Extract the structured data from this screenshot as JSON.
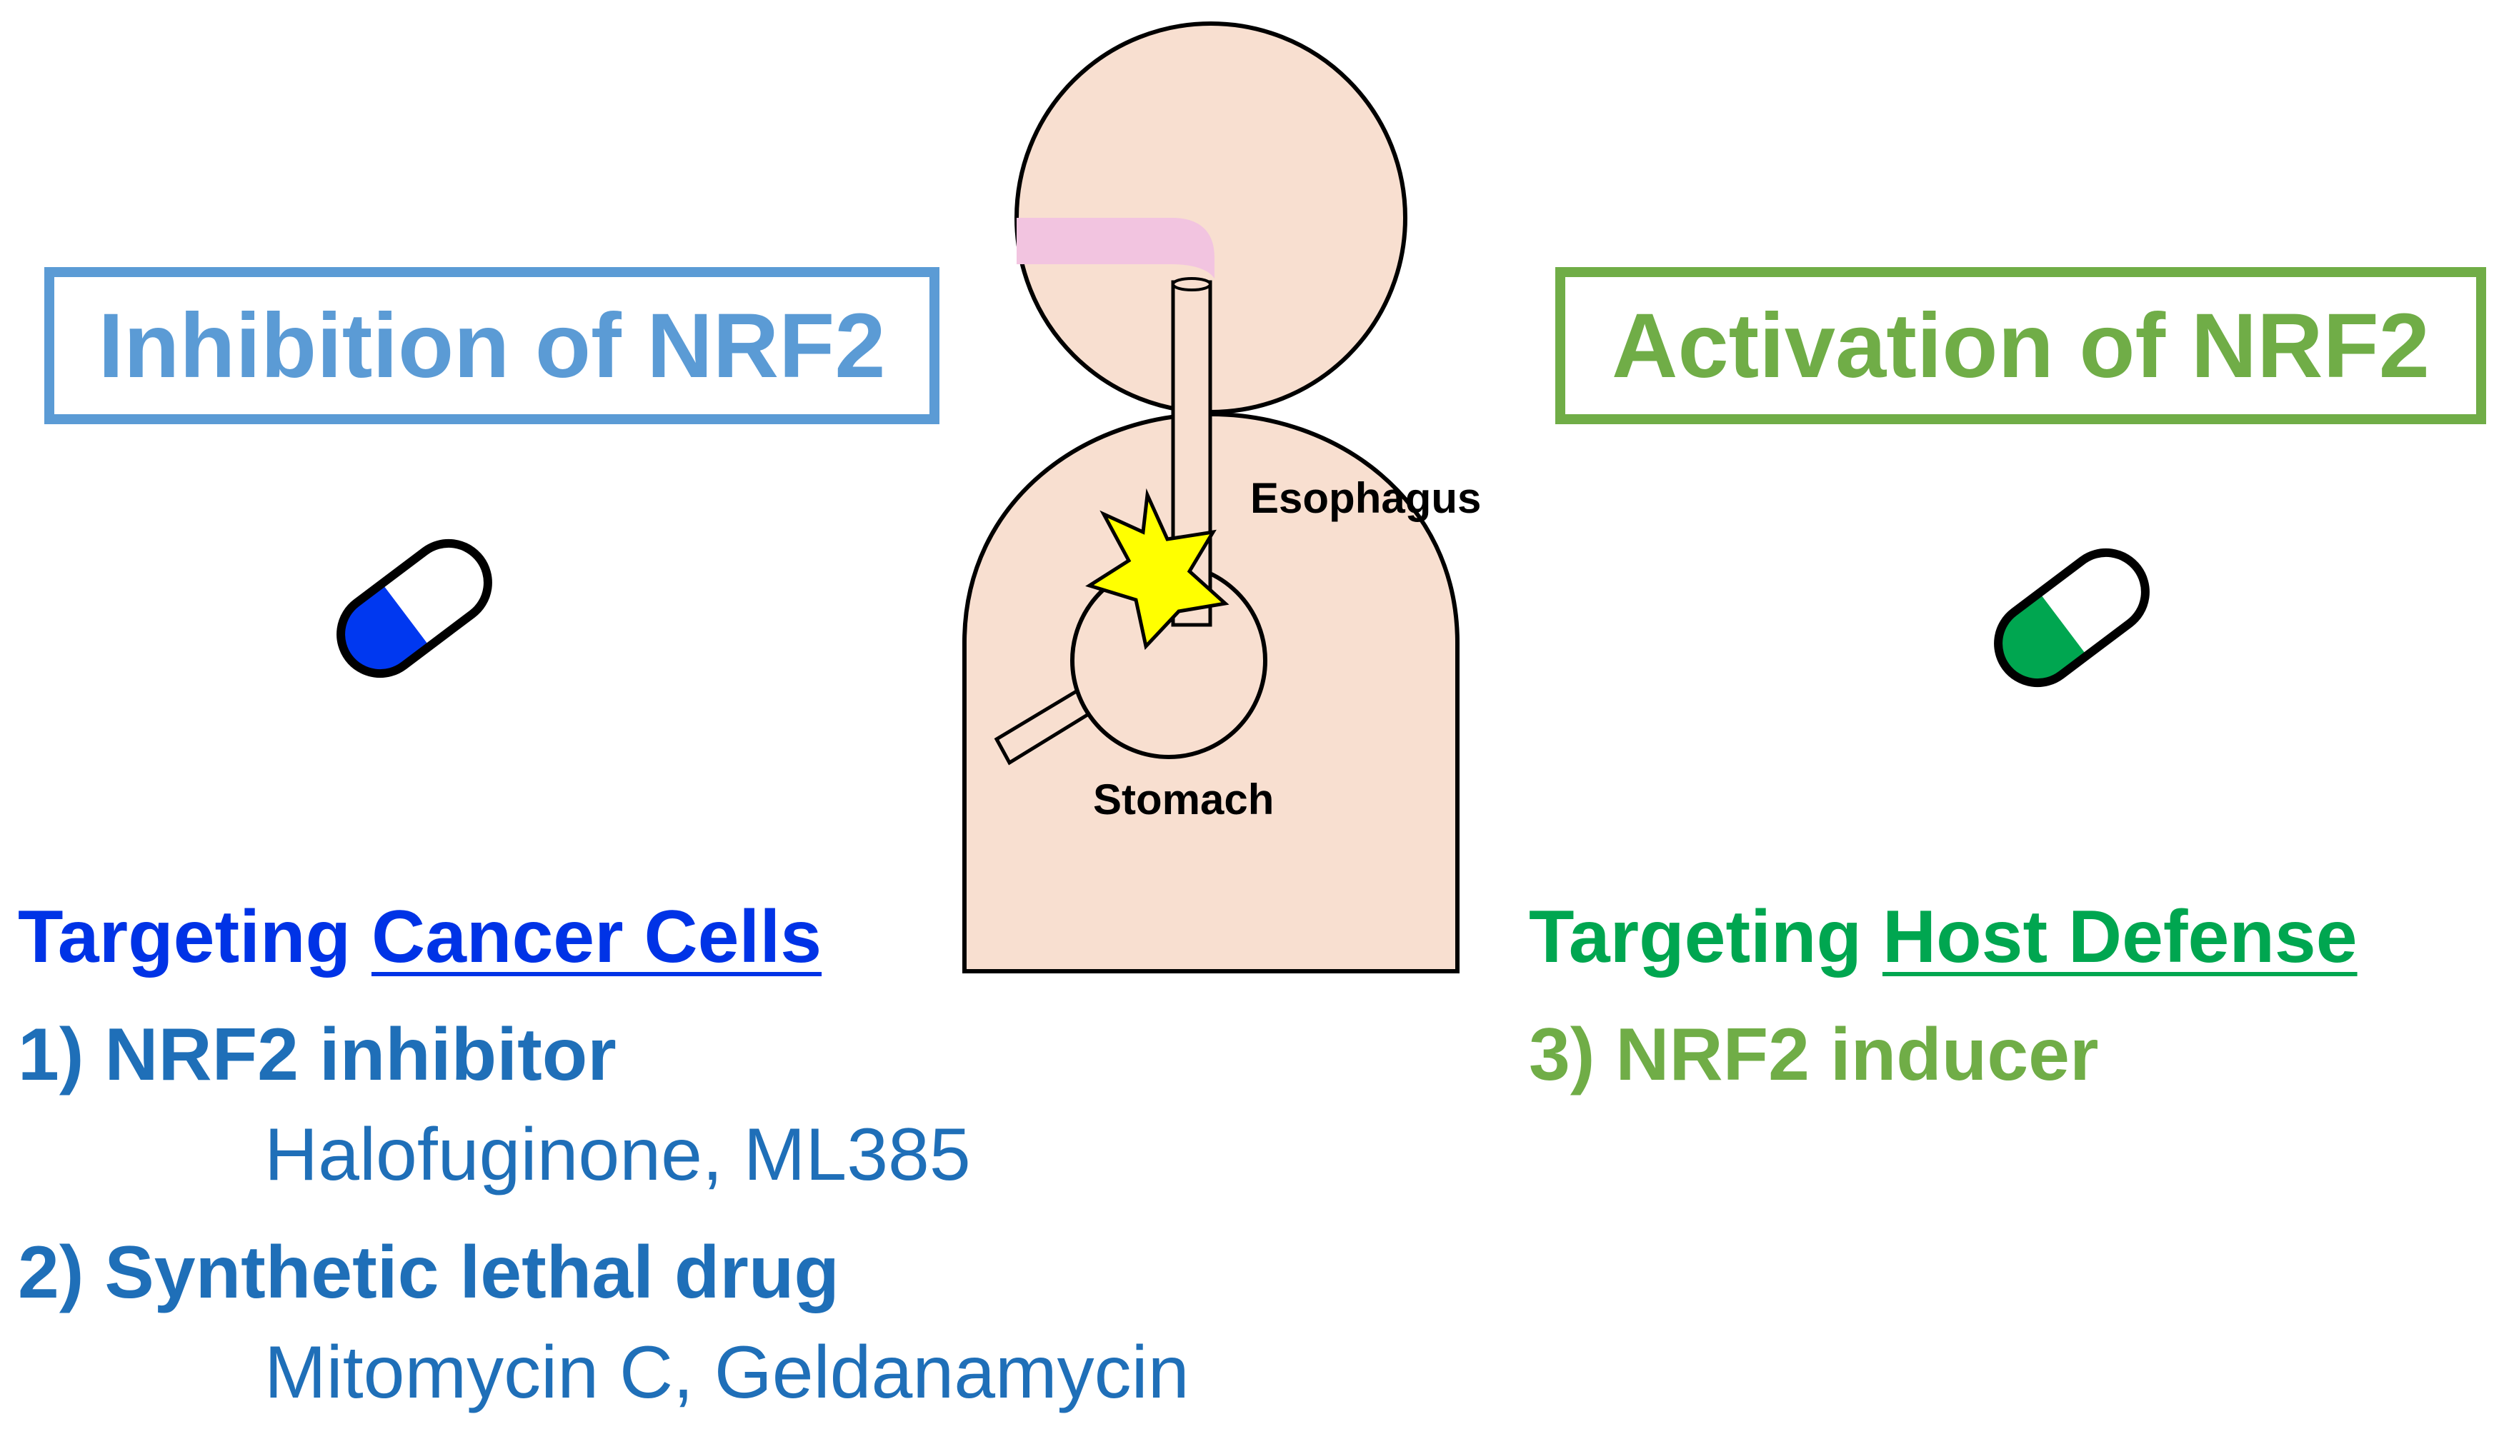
{
  "boxes": {
    "inhibition": "Inhibition of NRF2",
    "activation": "Activation of NRF2"
  },
  "body_labels": {
    "esophagus": "Esophagus",
    "stomach": "Stomach"
  },
  "left_panel": {
    "heading_prefix": "Targeting ",
    "heading_target": "Cancer Cells",
    "items": [
      {
        "title": "1) NRF2 inhibitor",
        "examples": "Halofuginone, ML385"
      },
      {
        "title": "2) Synthetic lethal drug",
        "examples": "Mitomycin C, Geldanamycin"
      }
    ]
  },
  "right_panel": {
    "heading_prefix": "Targeting ",
    "heading_target": "Host Defense",
    "items": [
      {
        "title": "3) NRF2 inducer"
      }
    ]
  },
  "colors": {
    "inhibition_box": "#5b9bd5",
    "activation_box": "#70ad47",
    "cancer_heading": "#0033e6",
    "left_items": "#1f6fb8",
    "host_heading": "#00a650",
    "right_items": "#70ad47",
    "body_fill": "#f8dfd0",
    "esophagus_pink": "#f2c4e0",
    "tumor_star": "#ffff00",
    "blue_pill": "#0038f0",
    "green_pill": "#00a650"
  },
  "icons": [
    "blue-capsule-icon",
    "green-capsule-icon",
    "tumor-star-icon"
  ]
}
